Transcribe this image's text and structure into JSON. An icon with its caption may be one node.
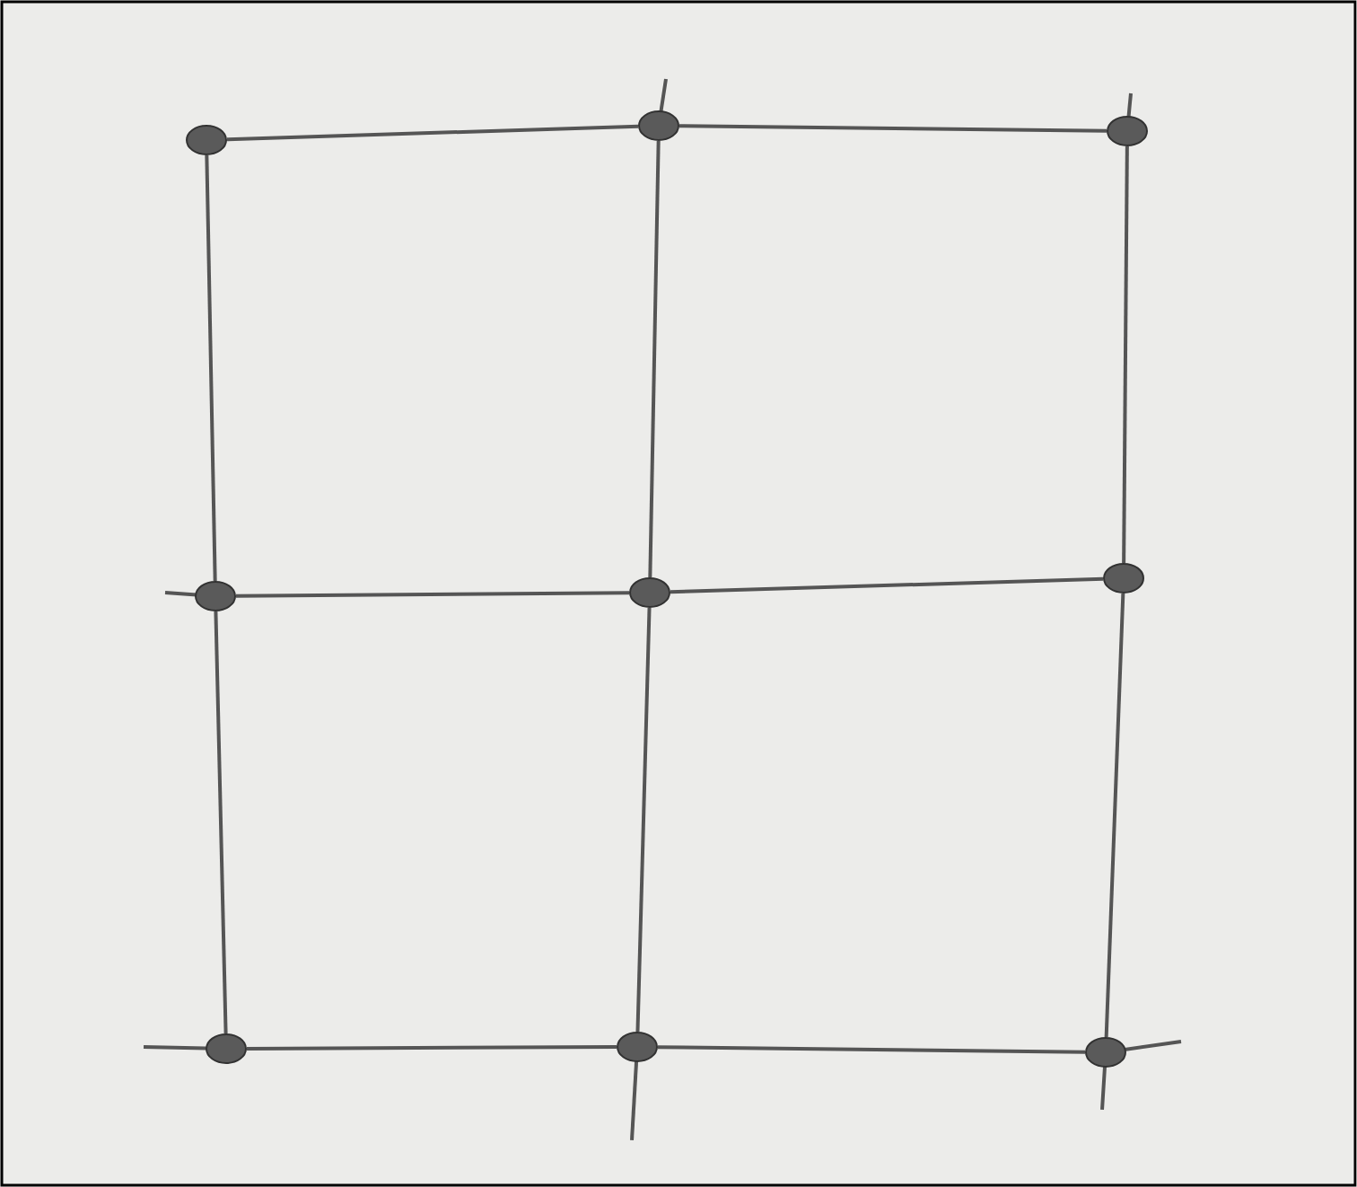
{
  "diagram": {
    "nodes": [
      {
        "text": [],
        "shape": "circle"
      },
      {
        "text": [],
        "shape": "circle"
      },
      {
        "text": [],
        "shape": "circle"
      },
      {
        "text": [],
        "shape": "circle"
      },
      {
        "text": [],
        "shape": "circle"
      },
      {
        "text": [],
        "shape": "circle"
      },
      {
        "text": [],
        "shape": "circle"
      },
      {
        "text": [],
        "shape": "circle"
      },
      {
        "text": [],
        "shape": "circle"
      }
    ],
    "edges": [
      {
        "from": 0,
        "to": 1,
        "arrow": "none"
      },
      {
        "from": 1,
        "to": 2,
        "arrow": "none"
      },
      {
        "from": 0,
        "to": 3,
        "arrow": "none"
      },
      {
        "from": 1,
        "to": 4,
        "arrow": "none"
      },
      {
        "from": 2,
        "to": 5,
        "arrow": "none"
      },
      {
        "from": 3,
        "to": 4,
        "arrow": "none"
      },
      {
        "from": 4,
        "to": 5,
        "arrow": "none"
      },
      {
        "from": 3,
        "to": 6,
        "arrow": "none"
      },
      {
        "from": 4,
        "to": 7,
        "arrow": "none"
      },
      {
        "from": 5,
        "to": 8,
        "arrow": "none"
      },
      {
        "from": 6,
        "to": 7,
        "arrow": "none"
      },
      {
        "from": 7,
        "to": 8,
        "arrow": "none"
      }
    ]
  }
}
